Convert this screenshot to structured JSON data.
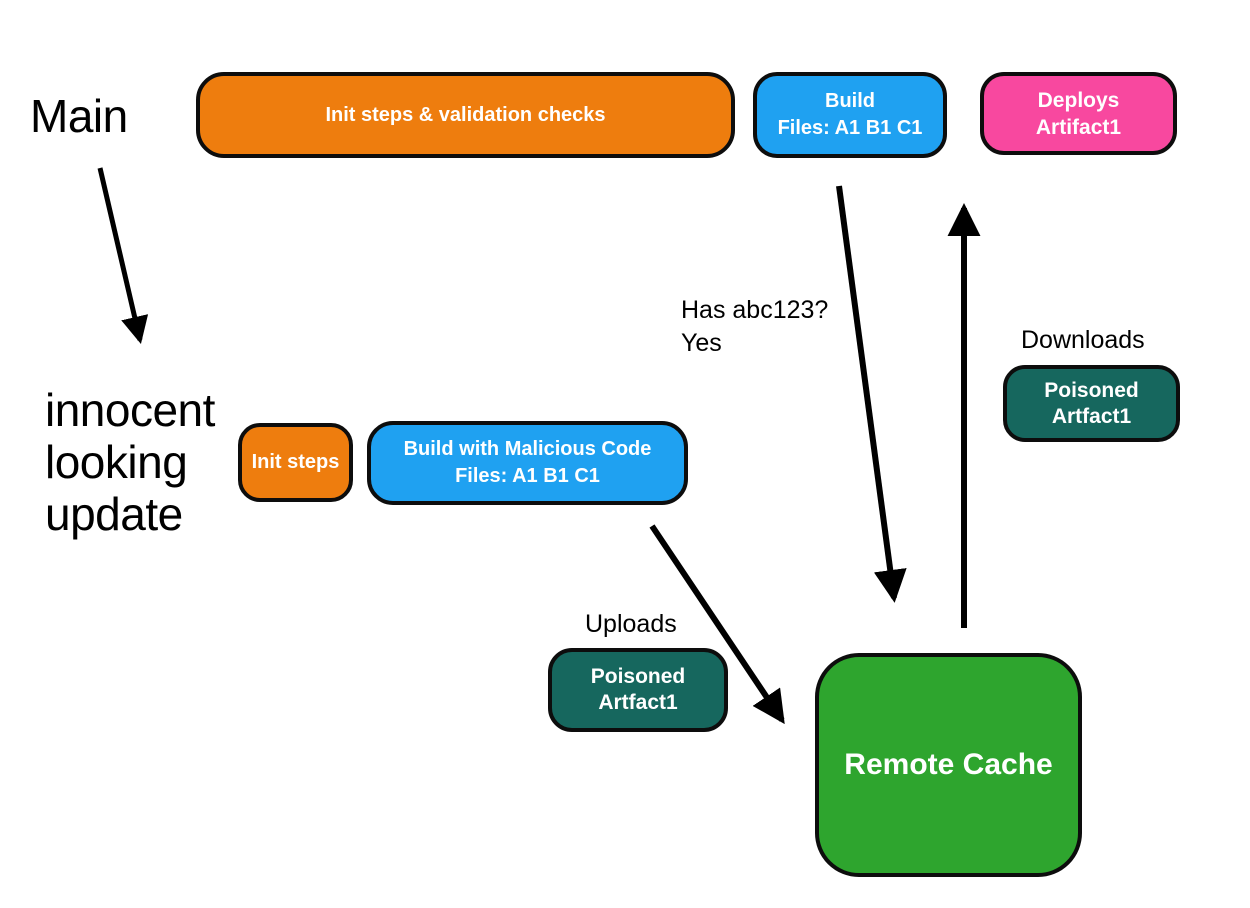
{
  "colors": {
    "orange": "#EE7D0E",
    "blue": "#1FA1F1",
    "pink": "#F8489F",
    "teal": "#16675E",
    "green": "#2EA52E",
    "ink": "#000000"
  },
  "branch_labels": {
    "main": "Main",
    "update_line1": "innocent",
    "update_line2": "looking",
    "update_line3": "update"
  },
  "annotations": {
    "has_query_line1": "Has abc123?",
    "has_query_line2": "Yes",
    "downloads": "Downloads",
    "uploads": "Uploads"
  },
  "nodes": {
    "init_validation": {
      "label": "Init steps & validation checks"
    },
    "build_main": {
      "line1": "Build",
      "line2": "Files: A1 B1 C1"
    },
    "deploys": {
      "line1": "Deploys",
      "line2": "Artifact1"
    },
    "init_steps": {
      "label": "Init steps"
    },
    "build_malicious": {
      "line1": "Build with Malicious Code",
      "line2": "Files: A1 B1 C1"
    },
    "poisoned_downloaded": {
      "line1": "Poisoned",
      "line2": "Artfact1"
    },
    "poisoned_uploaded": {
      "line1": "Poisoned",
      "line2": "Artfact1"
    },
    "remote_cache": {
      "label": "Remote Cache"
    }
  }
}
